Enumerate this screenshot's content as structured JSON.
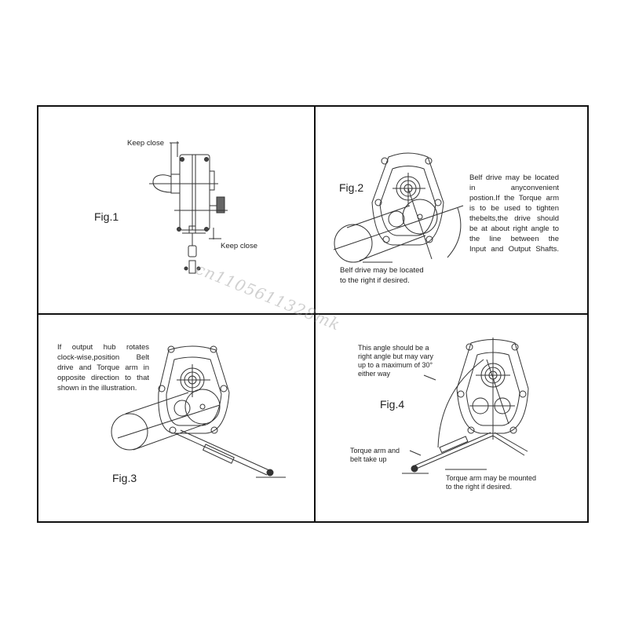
{
  "panels": {
    "fig1": {
      "label": "Fig.1",
      "keep_close_top": "Keep close",
      "keep_close_bottom": "Keep close"
    },
    "fig2": {
      "label": "Fig.2",
      "note_lines": [
        "Belf drive may be located",
        "in anyconvenient",
        "postion.If the Torque arm",
        "is to be used to tighten",
        "thebelts,the drive should",
        "be at about right angle to",
        "the line between the",
        "Input and Output Shafts."
      ],
      "bottom_note_lines": [
        "Belf drive may be located",
        "to the right if desired."
      ]
    },
    "fig3": {
      "label": "Fig.3",
      "note_lines": [
        "If output hub rotates",
        "clock-wise,position Belt",
        "drive and Torque arm in",
        "opposite direction to that",
        "shown in the illustration."
      ]
    },
    "fig4": {
      "label": "Fig.4",
      "angle_note_lines": [
        "This angle should be a",
        "right angle but may vary",
        "up to a maximum of 30°",
        "either way"
      ],
      "torque_note_lines": [
        "Torque arm and",
        "belt take up"
      ],
      "mount_note_lines": [
        "Torque arm may be mounted",
        "to the right if desired."
      ]
    }
  },
  "watermark": "cn1105611328mk"
}
